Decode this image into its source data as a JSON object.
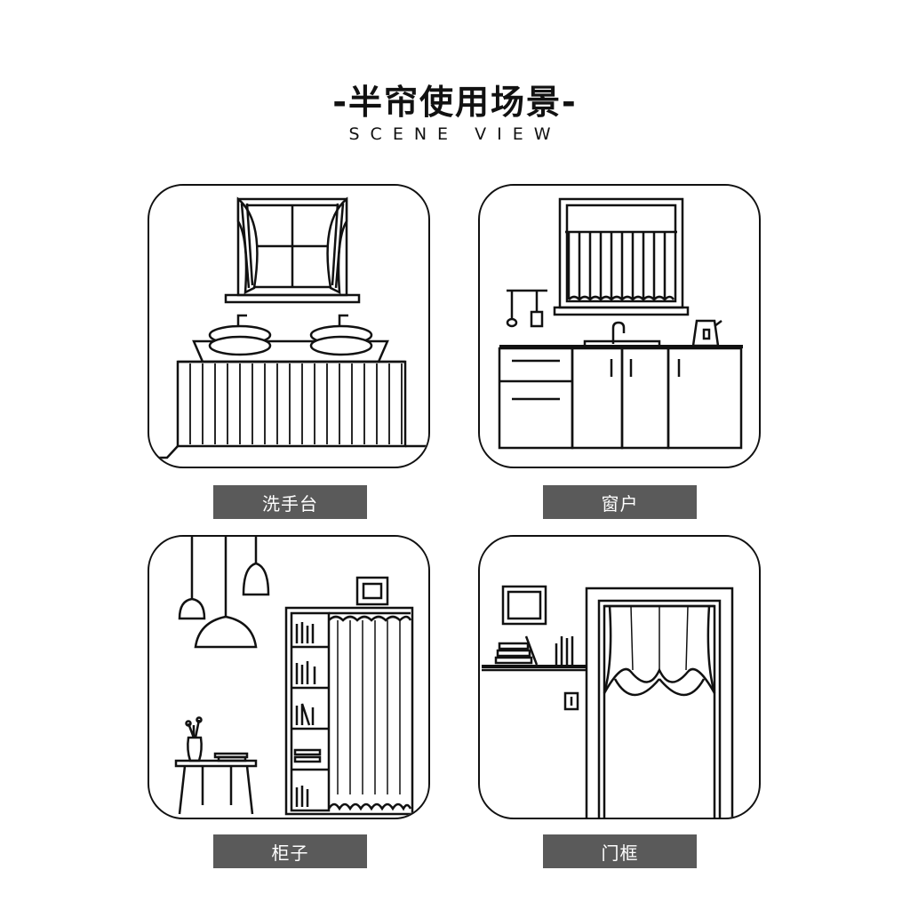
{
  "header": {
    "title": "-半帘使用场景-",
    "subtitle": "SCENE VIEW"
  },
  "scenes": [
    {
      "label": "洗手台"
    },
    {
      "label": "窗户"
    },
    {
      "label": "柜子"
    },
    {
      "label": "门框"
    }
  ],
  "colors": {
    "line": "#111111",
    "label_bg": "#5a5a5a",
    "label_text": "#ffffff"
  }
}
